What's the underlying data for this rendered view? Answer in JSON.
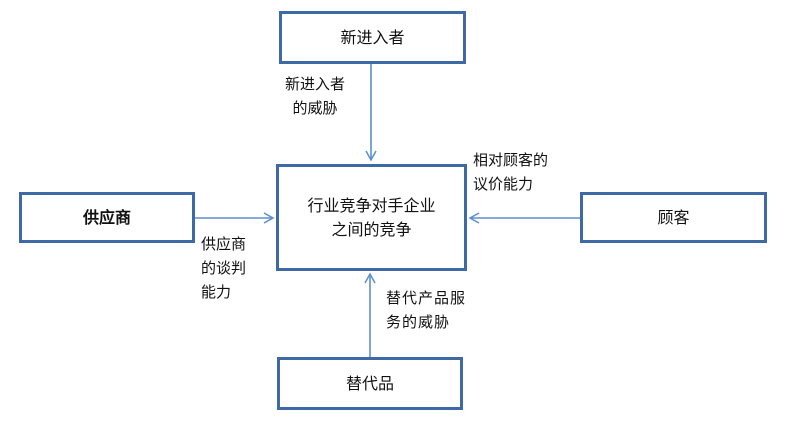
{
  "diagram": {
    "boxes": {
      "new_entrant": "新进入者",
      "supplier": "供应商",
      "center": "行业竞争对手企业之间的竞争",
      "customer": "顾客",
      "substitute": "替代品"
    },
    "labels": {
      "new_entrant_line1": "新进入者",
      "new_entrant_line2": "的威胁",
      "customer_line1": "相对顾客的",
      "customer_line2": "议价能力",
      "supplier_line1": "供应商",
      "supplier_line2": "的谈判",
      "supplier_line3": "能力",
      "substitute_line1": "替代产品服",
      "substitute_line2": "务的威胁"
    },
    "colors": {
      "box_border": "#3d6aa4",
      "arrow": "#5b8fd0"
    }
  }
}
